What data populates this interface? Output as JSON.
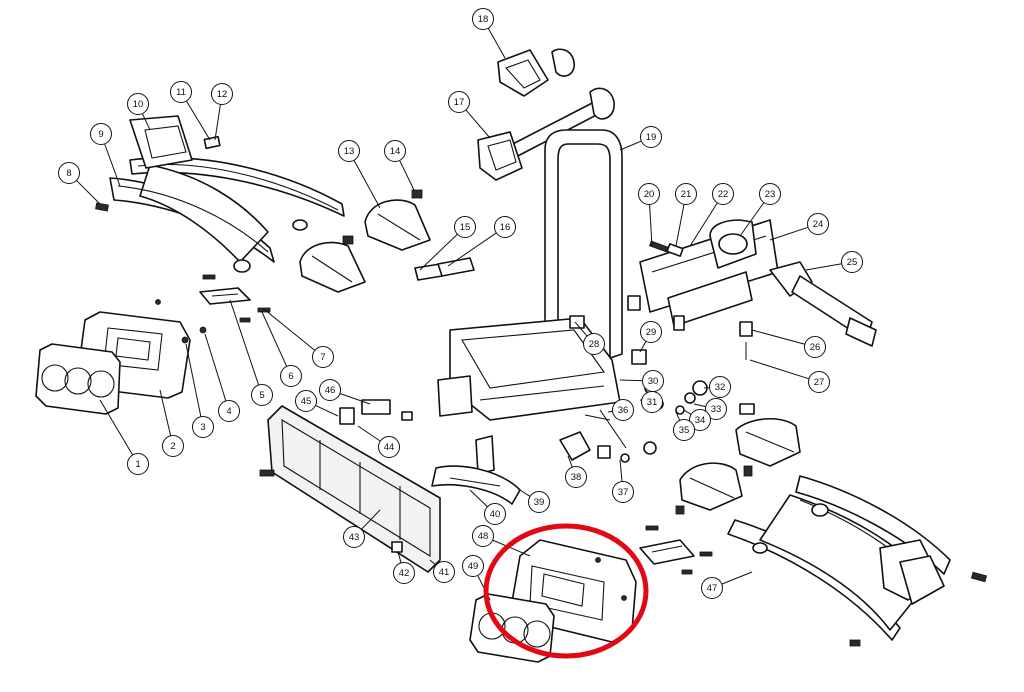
{
  "highlight": {
    "color": "#e30613"
  },
  "callouts": [
    {
      "label": "1"
    },
    {
      "label": "2"
    },
    {
      "label": "3"
    },
    {
      "label": "4"
    },
    {
      "label": "5"
    },
    {
      "label": "6"
    },
    {
      "label": "7"
    },
    {
      "label": "8"
    },
    {
      "label": "9"
    },
    {
      "label": "10"
    },
    {
      "label": "11"
    },
    {
      "label": "12"
    },
    {
      "label": "13"
    },
    {
      "label": "14"
    },
    {
      "label": "15"
    },
    {
      "label": "16"
    },
    {
      "label": "17"
    },
    {
      "label": "18"
    },
    {
      "label": "19"
    },
    {
      "label": "20"
    },
    {
      "label": "21"
    },
    {
      "label": "22"
    },
    {
      "label": "23"
    },
    {
      "label": "24"
    },
    {
      "label": "25"
    },
    {
      "label": "26"
    },
    {
      "label": "27"
    },
    {
      "label": "28"
    },
    {
      "label": "29"
    },
    {
      "label": "30"
    },
    {
      "label": "31"
    },
    {
      "label": "32"
    },
    {
      "label": "33"
    },
    {
      "label": "34"
    },
    {
      "label": "35"
    },
    {
      "label": "36"
    },
    {
      "label": "37"
    },
    {
      "label": "38"
    },
    {
      "label": "39"
    },
    {
      "label": "40"
    },
    {
      "label": "41"
    },
    {
      "label": "42"
    },
    {
      "label": "43"
    },
    {
      "label": "44"
    },
    {
      "label": "45"
    },
    {
      "label": "46"
    },
    {
      "label": "47"
    },
    {
      "label": "48"
    },
    {
      "label": "49"
    }
  ]
}
